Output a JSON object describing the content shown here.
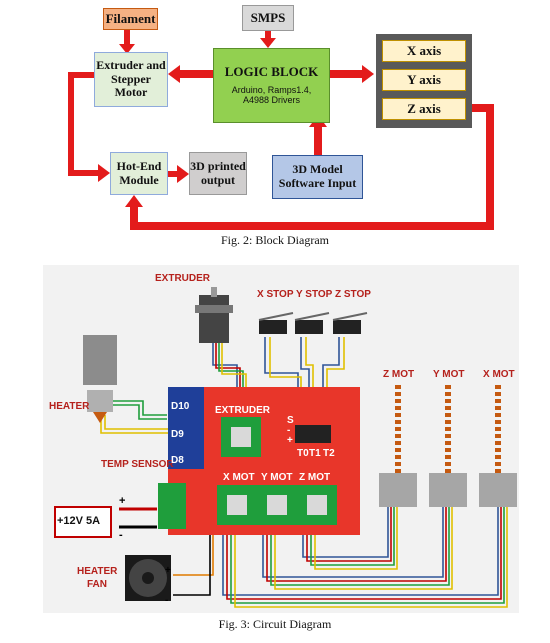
{
  "block_diagram": {
    "filament": "Filament",
    "smps": "SMPS",
    "extruder_motor": "Extruder and Stepper Motor",
    "logic_block_title": "LOGIC BLOCK",
    "logic_block_sub1": "Arduino, Ramps1.4,",
    "logic_block_sub2": "A4988 Drivers",
    "x_axis": "X axis",
    "y_axis": "Y axis",
    "z_axis": "Z axis",
    "hotend": "Hot-End Module",
    "printed_output": "3D printed output",
    "software_input": "3D Model Software Input",
    "caption": "Fig. 2: Block Diagram"
  },
  "circuit_diagram": {
    "extruder": "EXTRUDER",
    "x_stop": "X STOP",
    "y_stop": "Y STOP",
    "z_stop": "Z STOP",
    "heater": "HEATER",
    "temp_sensor": "TEMP SENSOR",
    "board_extruder": "EXTRUDER",
    "d10": "D10",
    "d9": "D9",
    "d8": "D8",
    "s": "S",
    "minus": "-",
    "plus": "+",
    "t0": "T0",
    "t1": "T1",
    "t2": "T2",
    "x_mot_board": "X MOT",
    "y_mot_board": "Y MOT",
    "z_mot_board": "Z MOT",
    "z_mot": "Z MOT",
    "y_mot": "Y MOT",
    "x_mot": "X MOT",
    "power": "+12V 5A",
    "power_plus": "+",
    "power_minus": "-",
    "heater_fan": "HEATER FAN",
    "fan_plus": "+",
    "fan_minus": "-",
    "caption": "Fig. 3: Circuit Diagram"
  },
  "colors": {
    "filament_box": "#f5b183",
    "smps_box": "#d9d9d9",
    "extruder_box": "#e2efd9",
    "logic_box": "#92d050",
    "axis_panel": "#595959",
    "axis_item": "#fff2cc",
    "hotend_box": "#e2efd9",
    "output_box": "#d0cece",
    "software_box": "#b4c7e7",
    "arrow": "#e31b1b",
    "board": "#e8362a"
  }
}
